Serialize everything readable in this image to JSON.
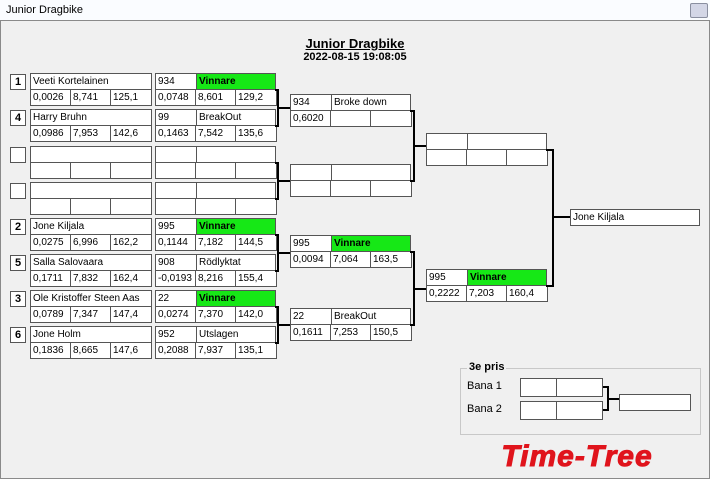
{
  "window": {
    "title": "Junior Dragbike"
  },
  "header": {
    "title": "Junior Dragbike",
    "datetime": "2022-08-15 19:08:05"
  },
  "round1": [
    {
      "seed": "1",
      "name": "Veeti Kortelainen",
      "stats": [
        "0,0026",
        "8,741",
        "125,1"
      ]
    },
    {
      "seed": "4",
      "name": "Harry Bruhn",
      "stats": [
        "0,0986",
        "7,953",
        "142,6"
      ]
    },
    {
      "seed": "",
      "name": "",
      "stats": [
        "",
        "",
        ""
      ]
    },
    {
      "seed": "",
      "name": "",
      "stats": [
        "",
        "",
        ""
      ]
    },
    {
      "seed": "2",
      "name": "Jone Kiljala",
      "stats": [
        "0,0275",
        "6,996",
        "162,2"
      ]
    },
    {
      "seed": "5",
      "name": "Salla  Salovaara",
      "stats": [
        "0,1711",
        "7,832",
        "162,4"
      ]
    },
    {
      "seed": "3",
      "name": "Ole Kristoffer  Steen Aas",
      "stats": [
        "0,0789",
        "7,347",
        "147,4"
      ]
    },
    {
      "seed": "6",
      "name": "Jone Holm",
      "stats": [
        "0,1836",
        "8,665",
        "147,6"
      ]
    }
  ],
  "round1_results": [
    {
      "num": "934",
      "status": "Vinnare",
      "stats": [
        "0,0748",
        "8,601",
        "129,2"
      ]
    },
    {
      "num": "99",
      "status": "BreakOut",
      "stats": [
        "0,1463",
        "7,542",
        "135,6"
      ]
    },
    {
      "num": "",
      "status": "",
      "stats": [
        "",
        "",
        ""
      ]
    },
    {
      "num": "",
      "status": "",
      "stats": [
        "",
        "",
        ""
      ]
    },
    {
      "num": "995",
      "status": "Vinnare",
      "stats": [
        "0,1144",
        "7,182",
        "144,5"
      ]
    },
    {
      "num": "908",
      "status": "Rödlyktat",
      "stats": [
        "-0,0193",
        "8,216",
        "155,4"
      ]
    },
    {
      "num": "22",
      "status": "Vinnare",
      "stats": [
        "0,0274",
        "7,370",
        "142,0"
      ]
    },
    {
      "num": "952",
      "status": "Utslagen",
      "stats": [
        "0,2088",
        "7,937",
        "135,1"
      ]
    }
  ],
  "round2": [
    {
      "num": "934",
      "status": "Broke down",
      "stats": [
        "0,6020",
        "",
        ""
      ]
    },
    {
      "num": "",
      "status": "",
      "stats": [
        "",
        "",
        ""
      ]
    },
    {
      "num": "995",
      "status": "Vinnare",
      "stats": [
        "0,0094",
        "7,064",
        "163,5"
      ]
    },
    {
      "num": "22",
      "status": "BreakOut",
      "stats": [
        "0,1611",
        "7,253",
        "150,5"
      ]
    }
  ],
  "round3": [
    {
      "num": "",
      "status": "",
      "stats": [
        "",
        "",
        ""
      ]
    },
    {
      "num": "995",
      "status": "Vinnare",
      "stats": [
        "0,2222",
        "7,203",
        "160,4"
      ]
    }
  ],
  "winner": "Jone Kiljala",
  "third_place": {
    "title": "3e pris",
    "lane1_label": "Bana 1",
    "lane2_label": "Bana 2"
  },
  "logo": {
    "text": "Time-Tree",
    "color": "#e0141c"
  },
  "colors": {
    "winner_highlight": "#16e816"
  }
}
